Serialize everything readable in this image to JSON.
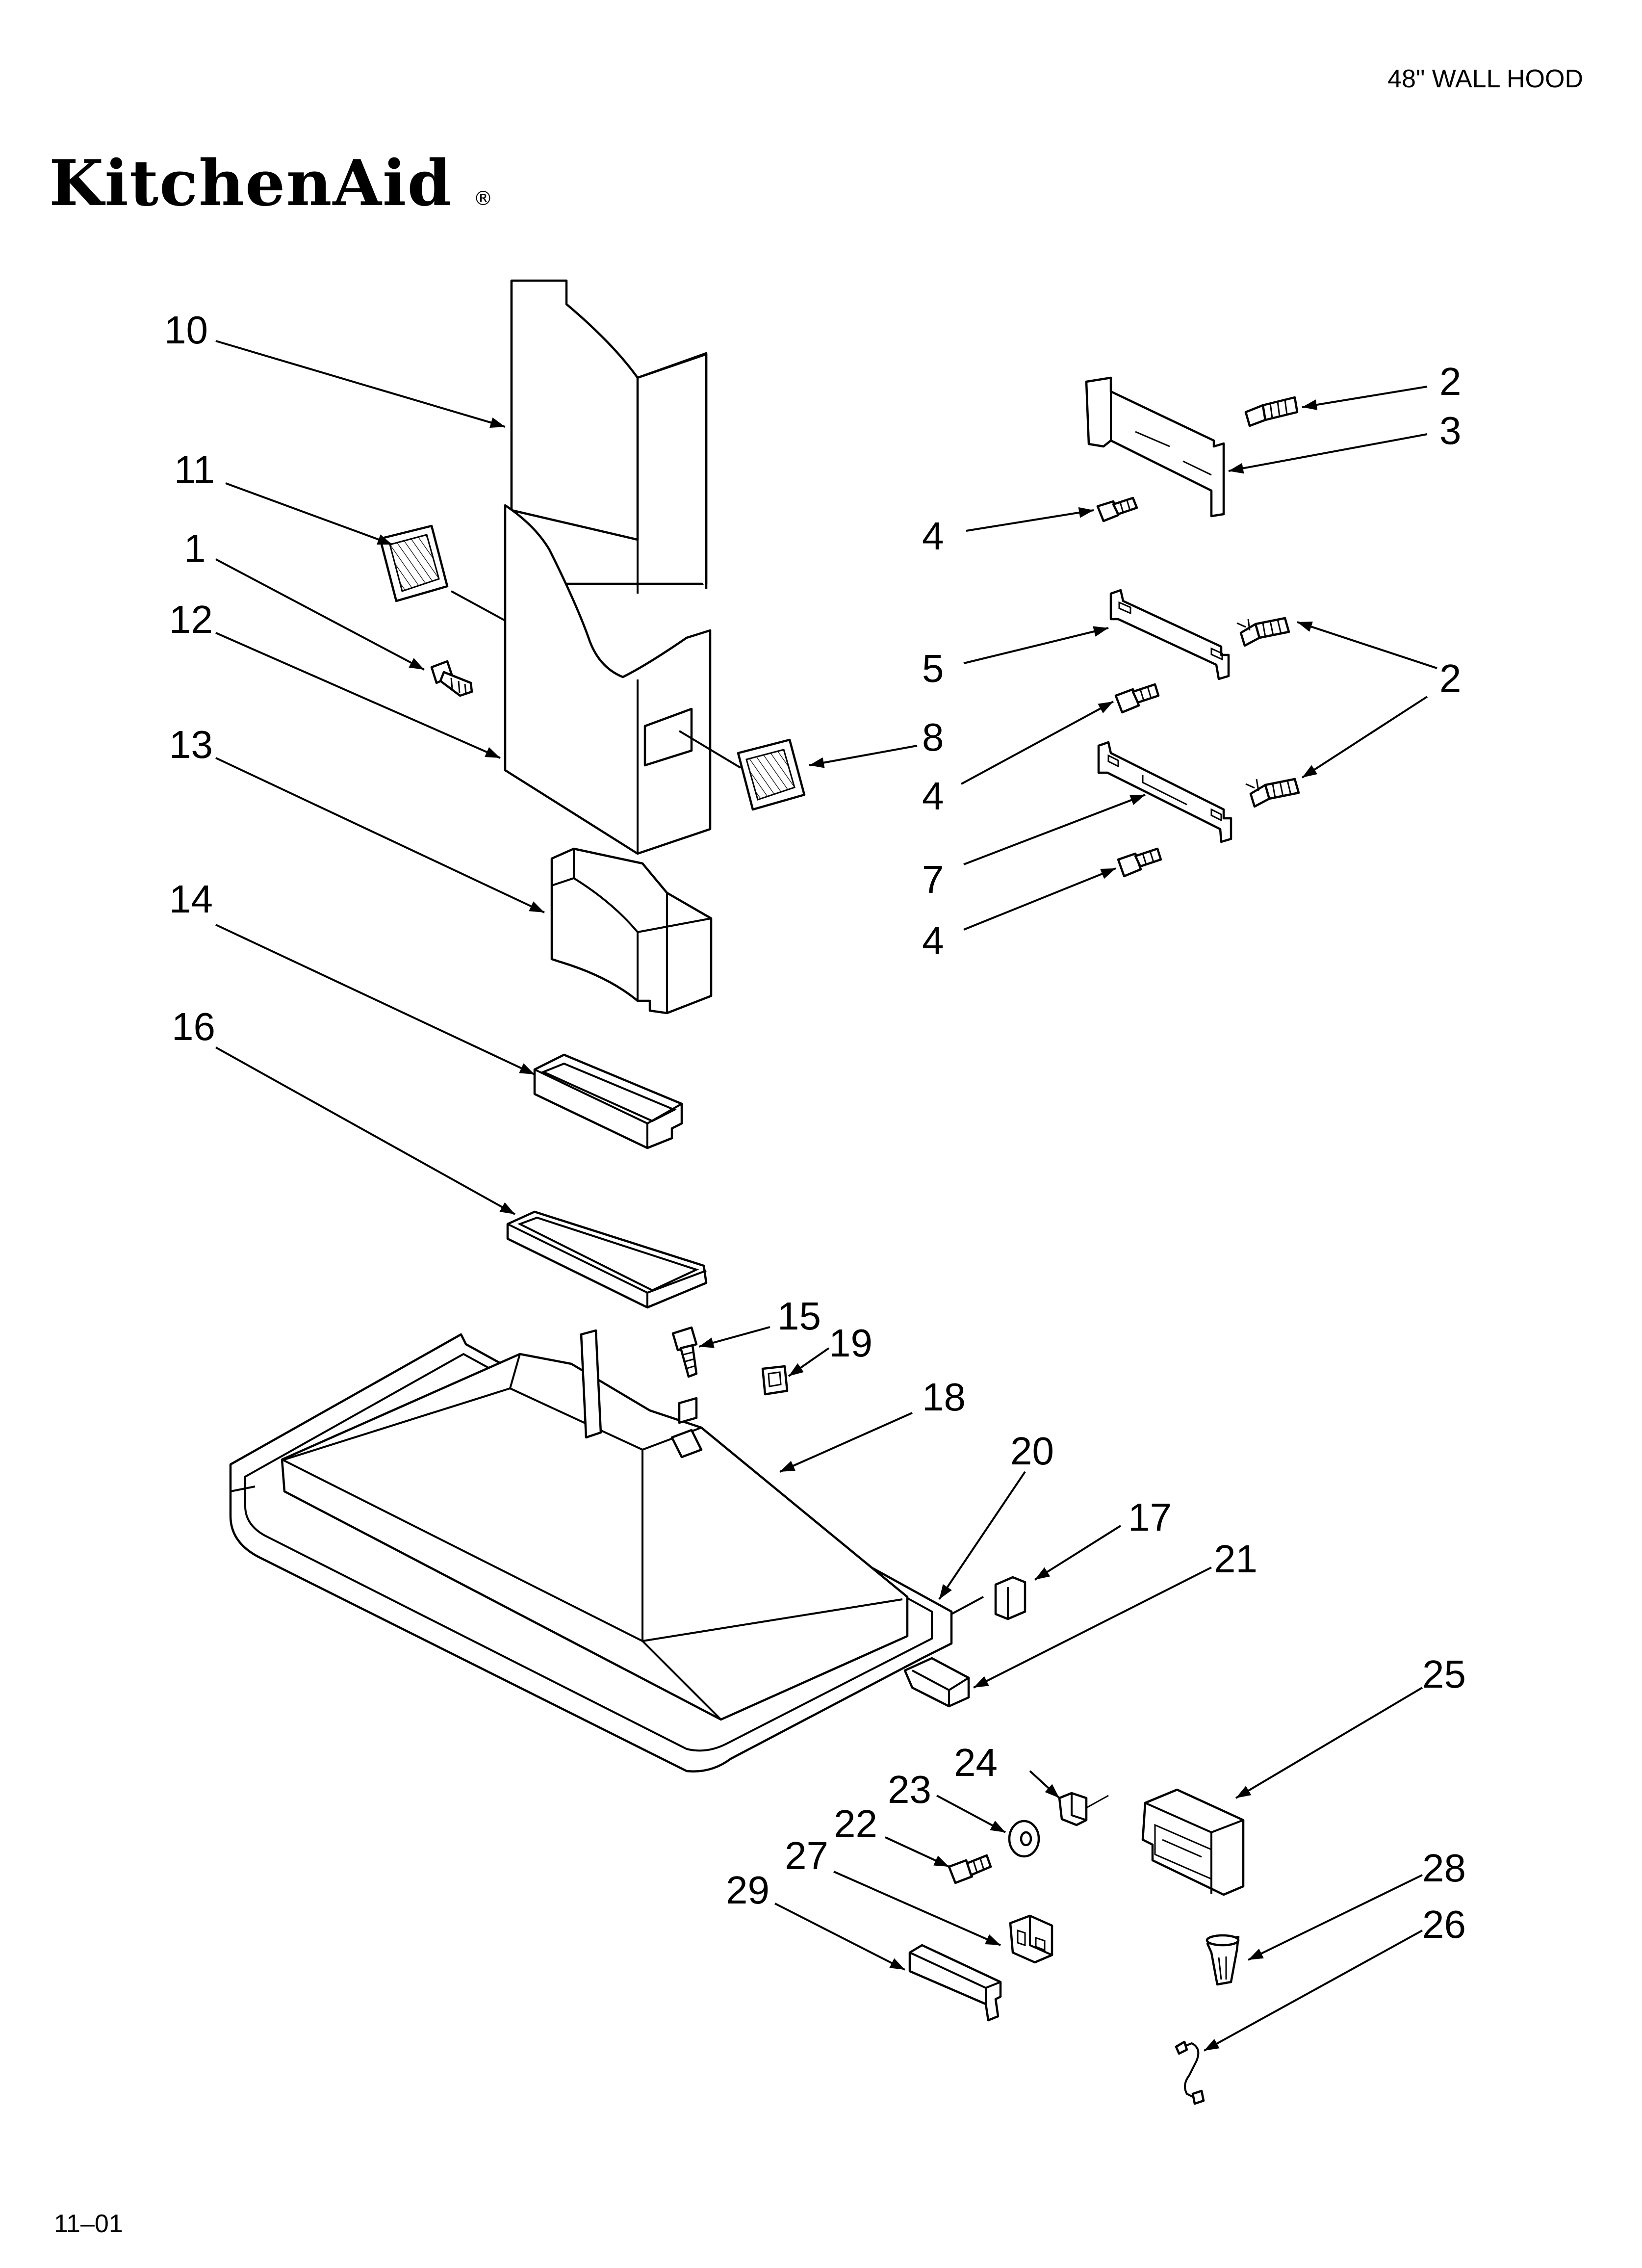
{
  "header": {
    "title": "48\" WALL HOOD",
    "brand": "KitchenAid",
    "brand_mark": "®"
  },
  "footer": {
    "code": "11–01"
  },
  "callouts": {
    "c1": "1",
    "c2a": "2",
    "c2b": "2",
    "c3": "3",
    "c4a": "4",
    "c4b": "4",
    "c4c": "4",
    "c5": "5",
    "c7": "7",
    "c8": "8",
    "c10": "10",
    "c11": "11",
    "c12": "12",
    "c13": "13",
    "c14": "14",
    "c15": "15",
    "c16": "16",
    "c17": "17",
    "c18": "18",
    "c19": "19",
    "c20": "20",
    "c21": "21",
    "c22": "22",
    "c23": "23",
    "c24": "24",
    "c25": "25",
    "c26": "26",
    "c27": "27",
    "c28": "28",
    "c29": "29"
  }
}
